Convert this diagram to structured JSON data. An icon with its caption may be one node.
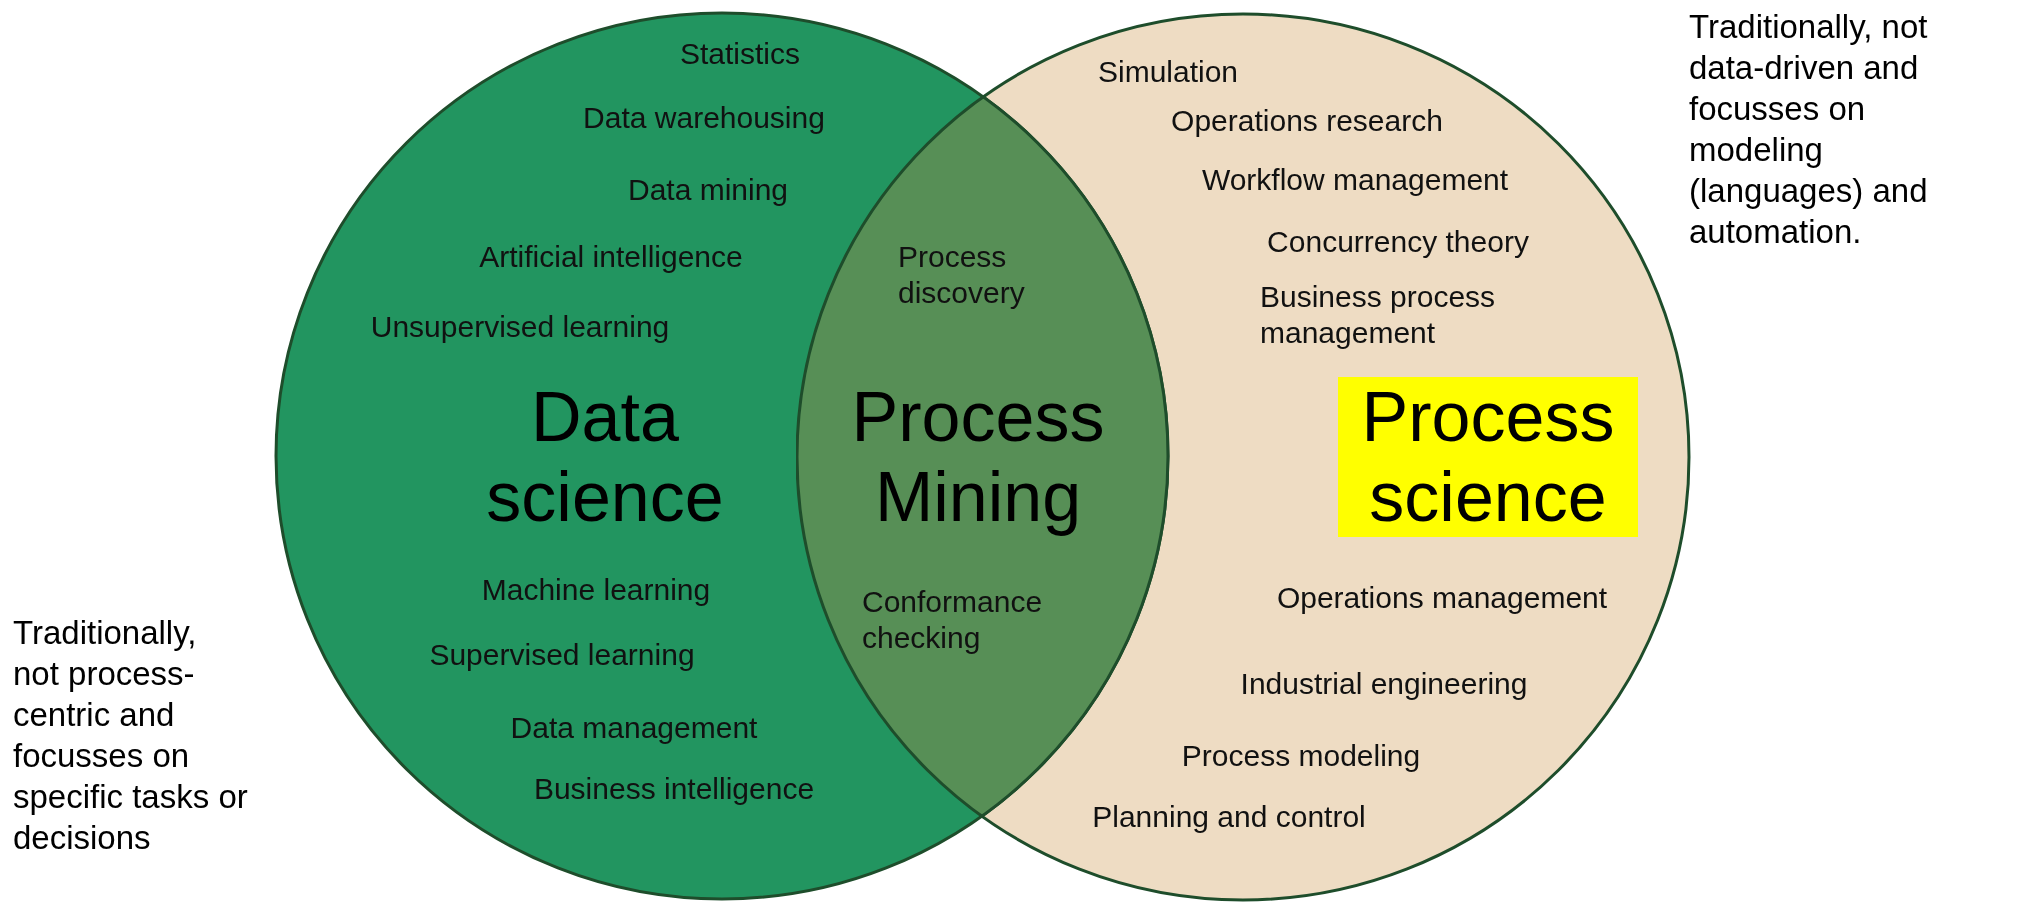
{
  "diagram": {
    "nodes": [
      {
        "text": [
          "Statistics",
          "Data warehousing",
          "Data mining",
          "Artificial intelligence",
          "Unsupervised learning",
          "Data science",
          "Machine learning",
          "Supervised learning",
          "Data management",
          "Business intelligence"
        ]
      },
      {
        "text": [
          "Process discovery",
          "Process Mining",
          "Conformance checking"
        ]
      },
      {
        "text": [
          "Simulation",
          "Operations research",
          "Workflow management",
          "Concurrency theory",
          "Business process management",
          "Process science",
          "Operations management",
          "Industrial engineering",
          "Process modeling",
          "Planning and control"
        ]
      }
    ],
    "labels": [
      "Traditionally, not data-driven and focusses on modeling (languages) and automation.",
      "Traditionally, not process-centric and focusses on specific tasks or decisions"
    ]
  }
}
